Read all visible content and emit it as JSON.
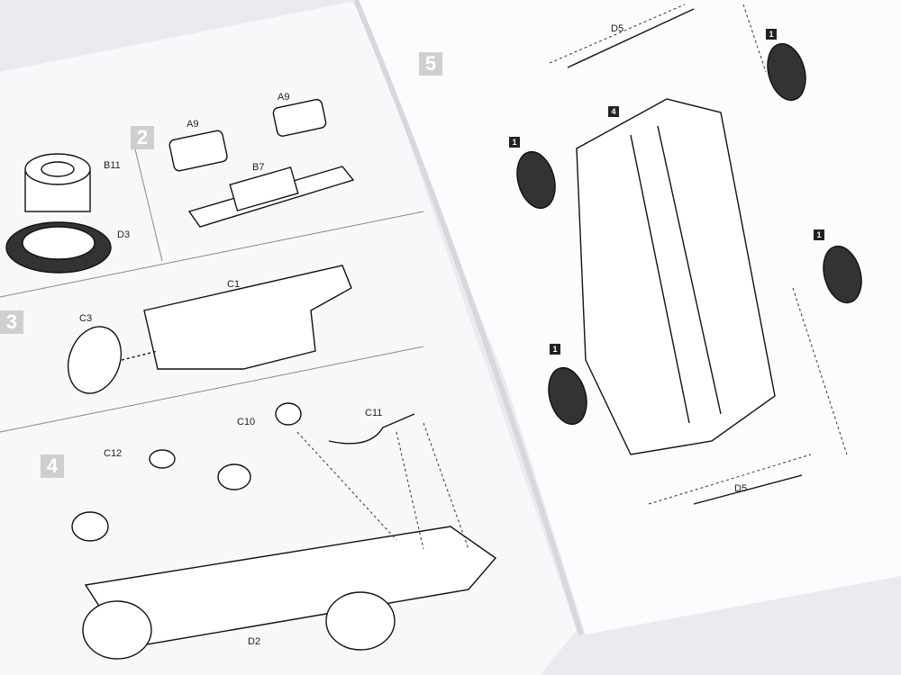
{
  "left_page": {
    "steps": [
      {
        "number": "2",
        "parts": [
          "B11",
          "D3",
          "A9",
          "A9",
          "B7"
        ]
      },
      {
        "number": "3",
        "parts": [
          "C1",
          "C3"
        ]
      },
      {
        "number": "4",
        "parts": [
          "C12",
          "C10",
          "C11",
          "D2"
        ]
      }
    ]
  },
  "right_page": {
    "step": "5",
    "parts": [
      "D5",
      "D5"
    ],
    "refs": [
      "1",
      "1",
      "1",
      "1",
      "4"
    ]
  }
}
